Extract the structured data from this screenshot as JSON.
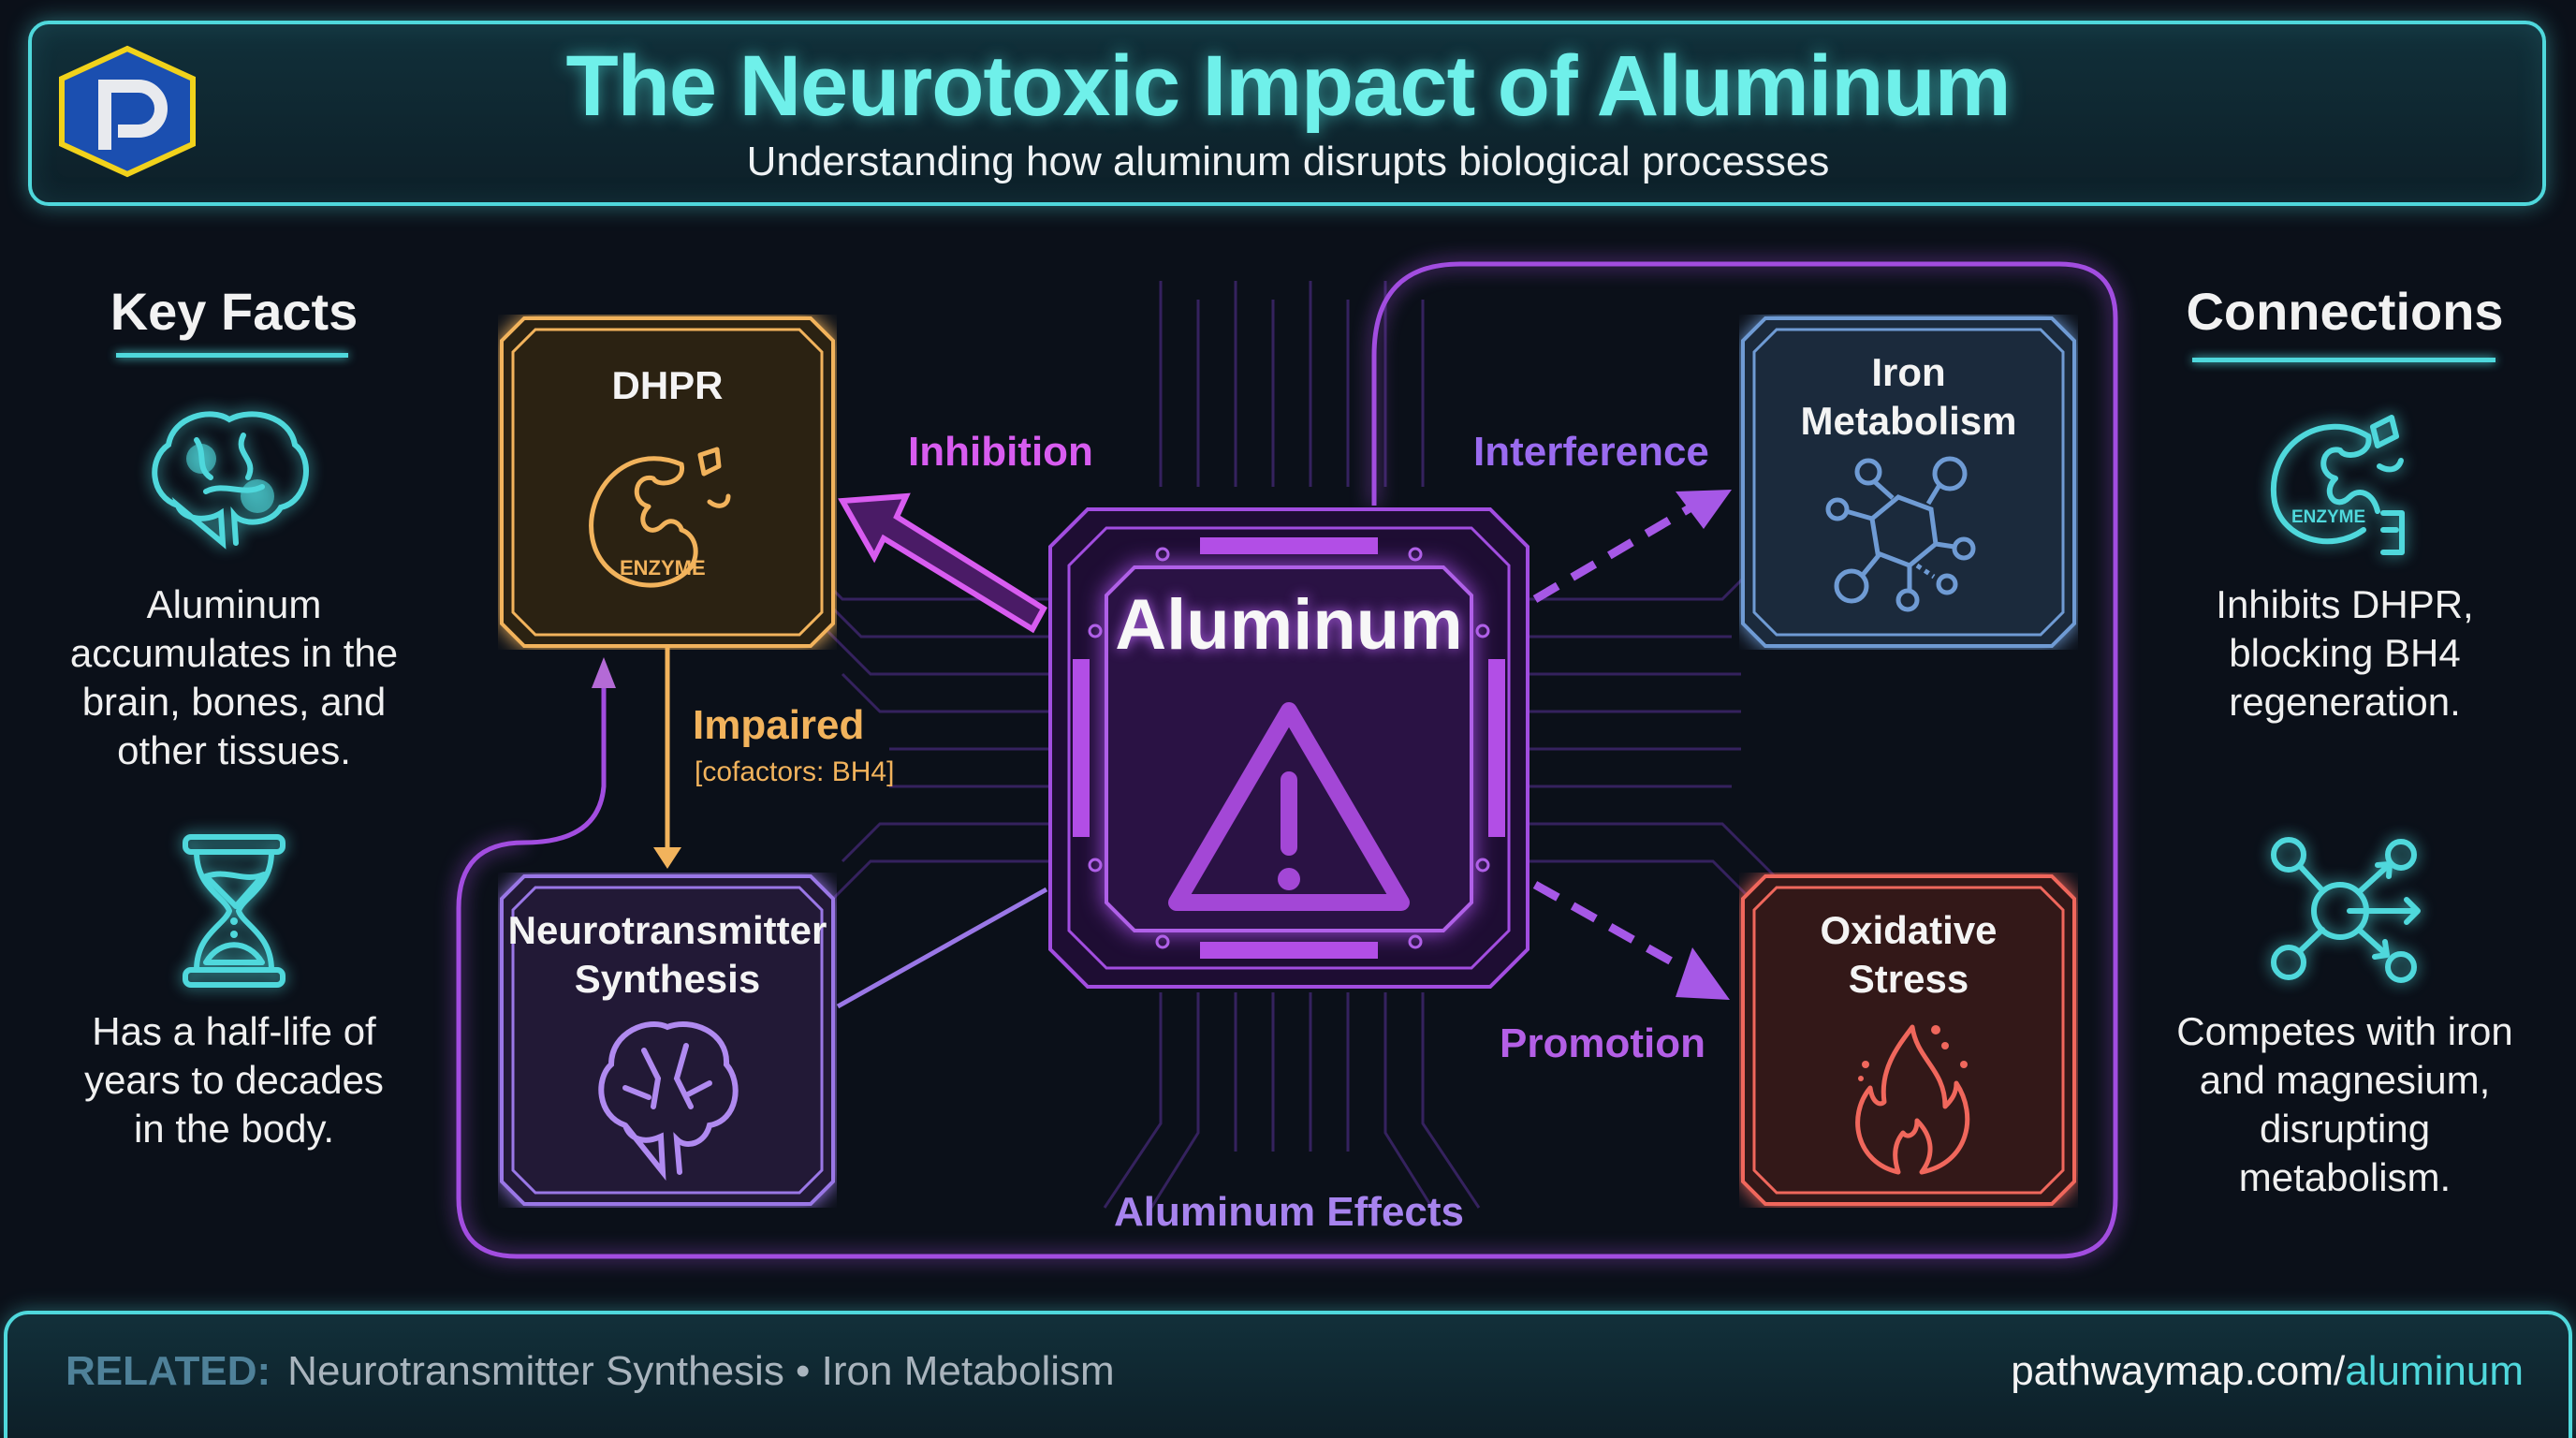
{
  "header": {
    "title": "The Neurotoxic Impact of Aluminum",
    "subtitle": "Understanding how aluminum disrupts biological processes",
    "logo_letter": "P"
  },
  "key_facts": {
    "heading": "Key Facts",
    "items": [
      {
        "icon": "brain-icon",
        "text_lines": [
          "Aluminum",
          "accumulates in the",
          "brain, bones, and",
          "other tissues."
        ]
      },
      {
        "icon": "hourglass-icon",
        "text_lines": [
          "Has a half-life of",
          "years to decades",
          "in the body."
        ]
      }
    ]
  },
  "connections": {
    "heading": "Connections",
    "items": [
      {
        "icon": "enzyme-icon",
        "icon_label": "ENZYME",
        "text_lines": [
          "Inhibits DHPR,",
          "blocking BH4",
          "regeneration."
        ]
      },
      {
        "icon": "network-arrows-icon",
        "text_lines": [
          "Competes with iron",
          "and magnesium,",
          "disrupting",
          "metabolism."
        ]
      }
    ]
  },
  "diagram": {
    "container_label": "Aluminum Effects",
    "center": {
      "title": "Aluminum",
      "icon": "warning-icon"
    },
    "nodes": {
      "dhpr": {
        "title": "DHPR",
        "icon": "enzyme-icon",
        "icon_label": "ENZYME",
        "color": "#f2b35c"
      },
      "neuro": {
        "title_lines": [
          "Neurotransmitter",
          "Synthesis"
        ],
        "icon": "brain-icon",
        "color": "#9a77e6"
      },
      "iron": {
        "title_lines": [
          "Iron",
          "Metabolism"
        ],
        "icon": "molecule-icon",
        "color": "#6f9bd4"
      },
      "oxidative": {
        "title_lines": [
          "Oxidative",
          "Stress"
        ],
        "icon": "flame-icon",
        "color": "#f0675c"
      }
    },
    "edges": {
      "inhibition": {
        "label": "Inhibition",
        "color": "#d85cf0"
      },
      "impaired": {
        "label": "Impaired",
        "sublabel": "[cofactors: BH4]",
        "color": "#f2b35c"
      },
      "interference": {
        "label": "Interference",
        "color": "#9a6bf0"
      },
      "promotion": {
        "label": "Promotion",
        "color": "#b45fe6"
      }
    }
  },
  "footer": {
    "related_key": "RELATED:",
    "related_items": "Neurotransmitter Synthesis • Iron Metabolism",
    "url_base": "pathwaymap.com/",
    "url_path": "aluminum"
  },
  "colors": {
    "accent_cyan": "#4fd8dc",
    "title_cyan": "#6ff0ea",
    "purple": "#a24de0",
    "background": "#0b1019"
  }
}
